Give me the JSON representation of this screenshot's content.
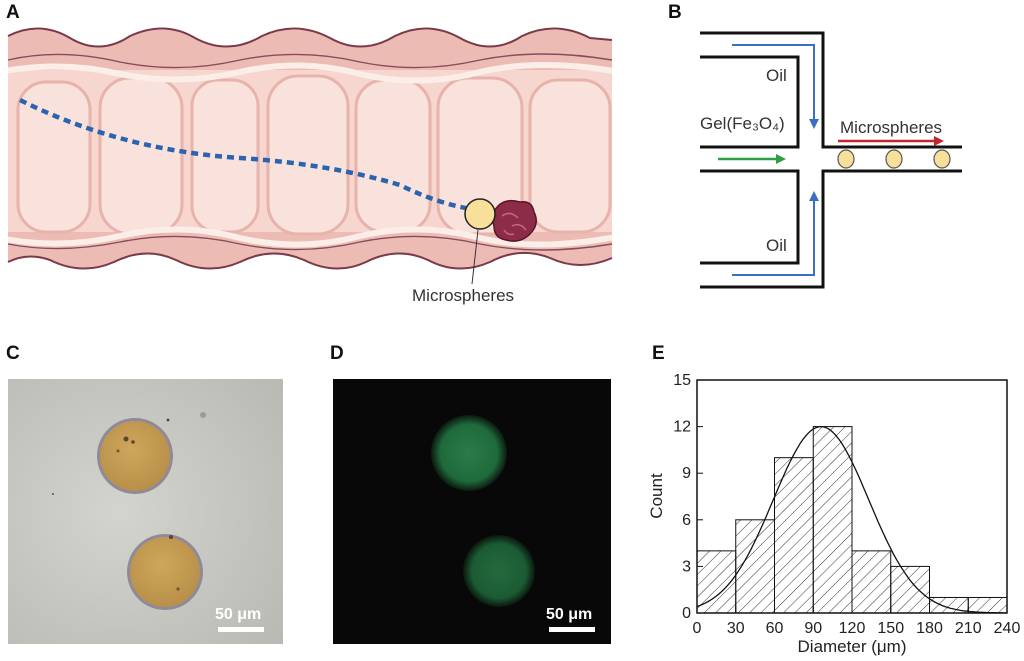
{
  "panels": {
    "a": {
      "letter": "A",
      "microspheres_label": "Microspheres"
    },
    "b": {
      "letter": "B",
      "oil_top": "Oil",
      "gel_label": "Gel(Fe₃O₄)",
      "microspheres_label": "Microspheres",
      "oil_bottom": "Oil"
    },
    "c": {
      "letter": "C",
      "scale_bar": "50 μm"
    },
    "d": {
      "letter": "D",
      "scale_bar": "50 μm"
    },
    "e": {
      "letter": "E"
    }
  },
  "colors": {
    "intestine_fill": "#f3cfc7",
    "intestine_fold": "#e6a9a2",
    "intestine_outline": "#7a3a4a",
    "blue_path": "#2b63b0",
    "microsphere": "#f8df9a",
    "tumor": "#8d2c48",
    "channel_blue": "#3a6fc4",
    "channel_green": "#2ea043",
    "channel_red": "#c0262b",
    "brightfield_bg": "#c9c9c3",
    "sphere_brown": "#c49a4e",
    "fluor_green": "#1f6a3c"
  },
  "chart_data": {
    "type": "bar",
    "categories": [
      "0-30",
      "30-60",
      "60-90",
      "90-120",
      "120-150",
      "150-180",
      "180-210",
      "210-240"
    ],
    "bin_edges": [
      0,
      30,
      60,
      90,
      120,
      150,
      180,
      210,
      240
    ],
    "values": [
      4,
      6,
      10,
      12,
      4,
      3,
      1,
      1
    ],
    "fit": {
      "type": "gaussian",
      "mean": 96,
      "sd": 37,
      "peak": 12
    },
    "xlabel": "Diameter (μm)",
    "ylabel": "Count",
    "xlim": [
      0,
      240
    ],
    "ylim": [
      0,
      15
    ],
    "xticks": [
      "0",
      "30",
      "60",
      "90",
      "120",
      "150",
      "180",
      "210",
      "240"
    ],
    "yticks": [
      "0",
      "3",
      "6",
      "9",
      "12",
      "15"
    ],
    "bar_pattern": "diagonal-hatch",
    "grid": false
  }
}
